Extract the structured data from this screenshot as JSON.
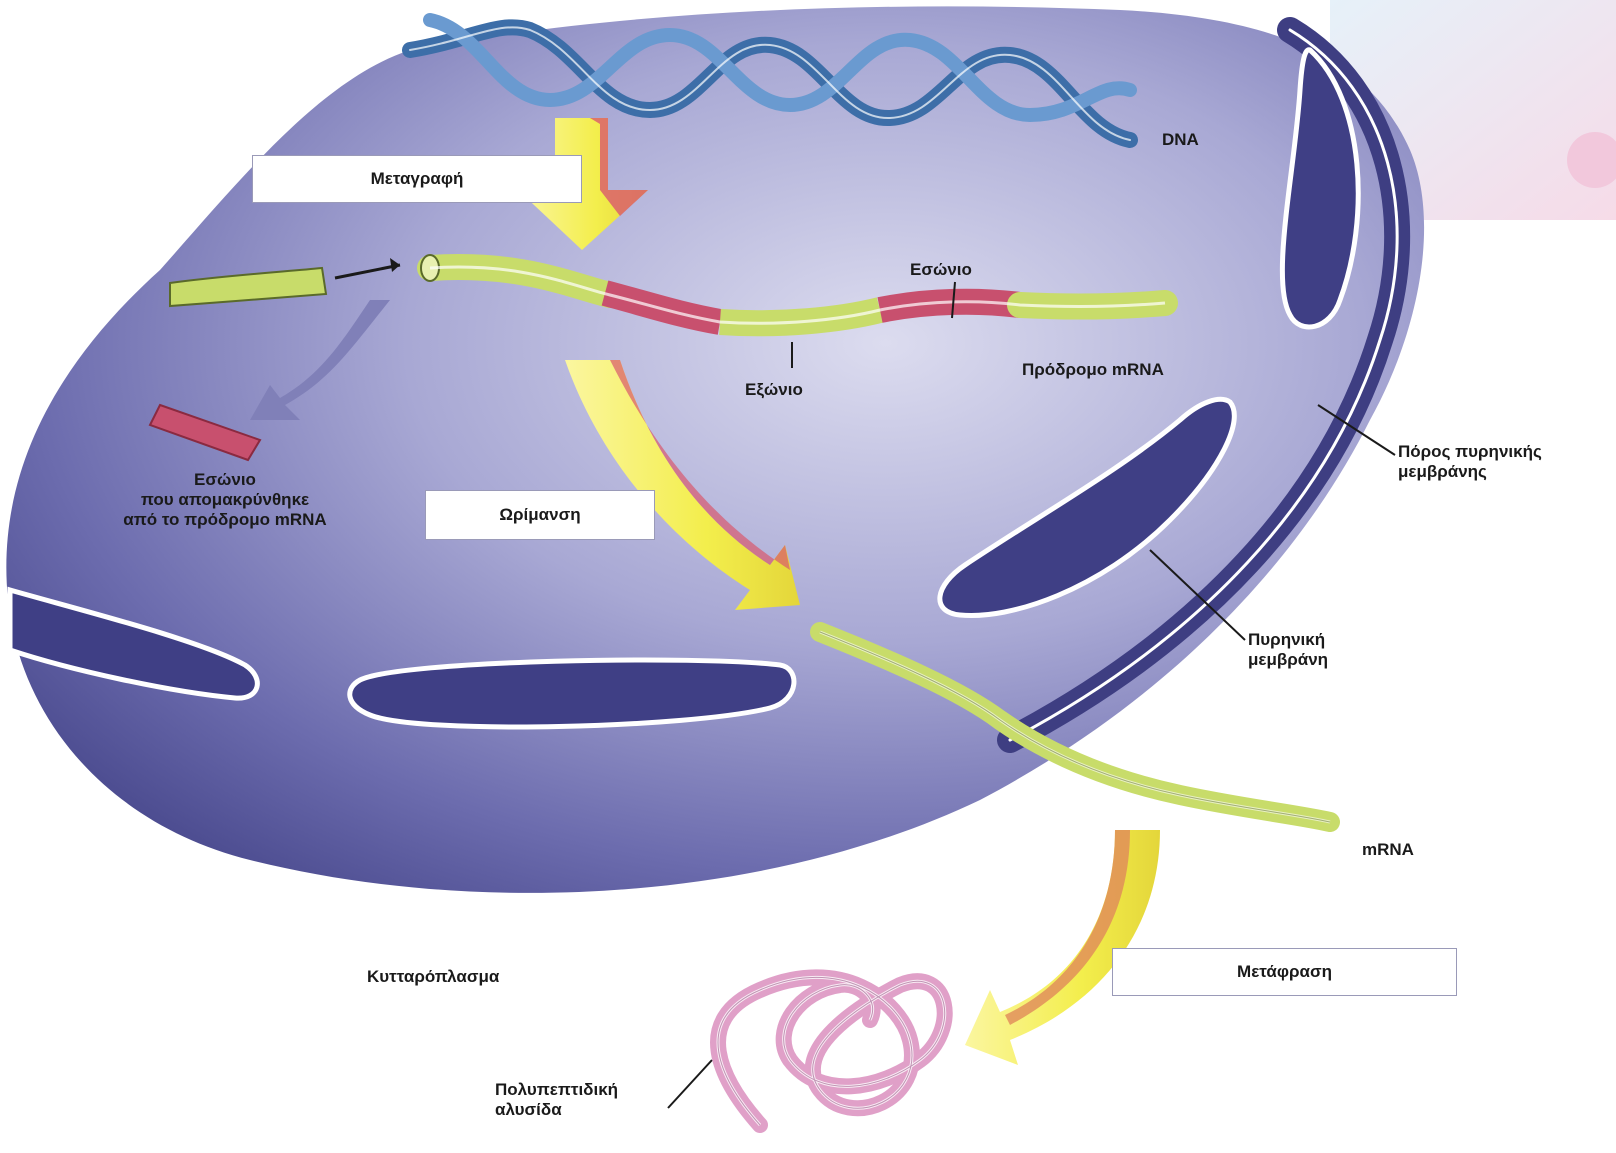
{
  "labels": {
    "dna": "DNA",
    "transcription": "Μεταγραφή",
    "intron_top": "Εσώνιο",
    "exon": "Εξώνιο",
    "pre_mrna": "Πρόδρομο mRNA",
    "removed_intron": [
      "Εσώνιο",
      "που απομακρύνθηκε",
      "από το πρόδρομο mRNA"
    ],
    "maturation": "Ωρίμανση",
    "nuclear_pore": [
      "Πόρος πυρηνικής",
      "μεμβράνης"
    ],
    "nuclear_membrane": [
      "Πυρηνική",
      "μεμβράνη"
    ],
    "mrna": "mRNA",
    "translation": "Μετάφραση",
    "cytoplasm": "Κυτταρόπλασμα",
    "polypeptide": [
      "Πολυπεπτιδική",
      "αλυσίδα"
    ]
  },
  "colors": {
    "nucleus": "#5a5a9e",
    "nucleus_light": "#c9c9e6",
    "dna": "#4f7fb8",
    "exon": "#c8dc6a",
    "intron": "#c8506e",
    "arrow": "#f3ee5a",
    "arrow_shade": "#e08a5a",
    "protein": "#e0a0c8",
    "membrane_slot": "#3f3f85"
  }
}
